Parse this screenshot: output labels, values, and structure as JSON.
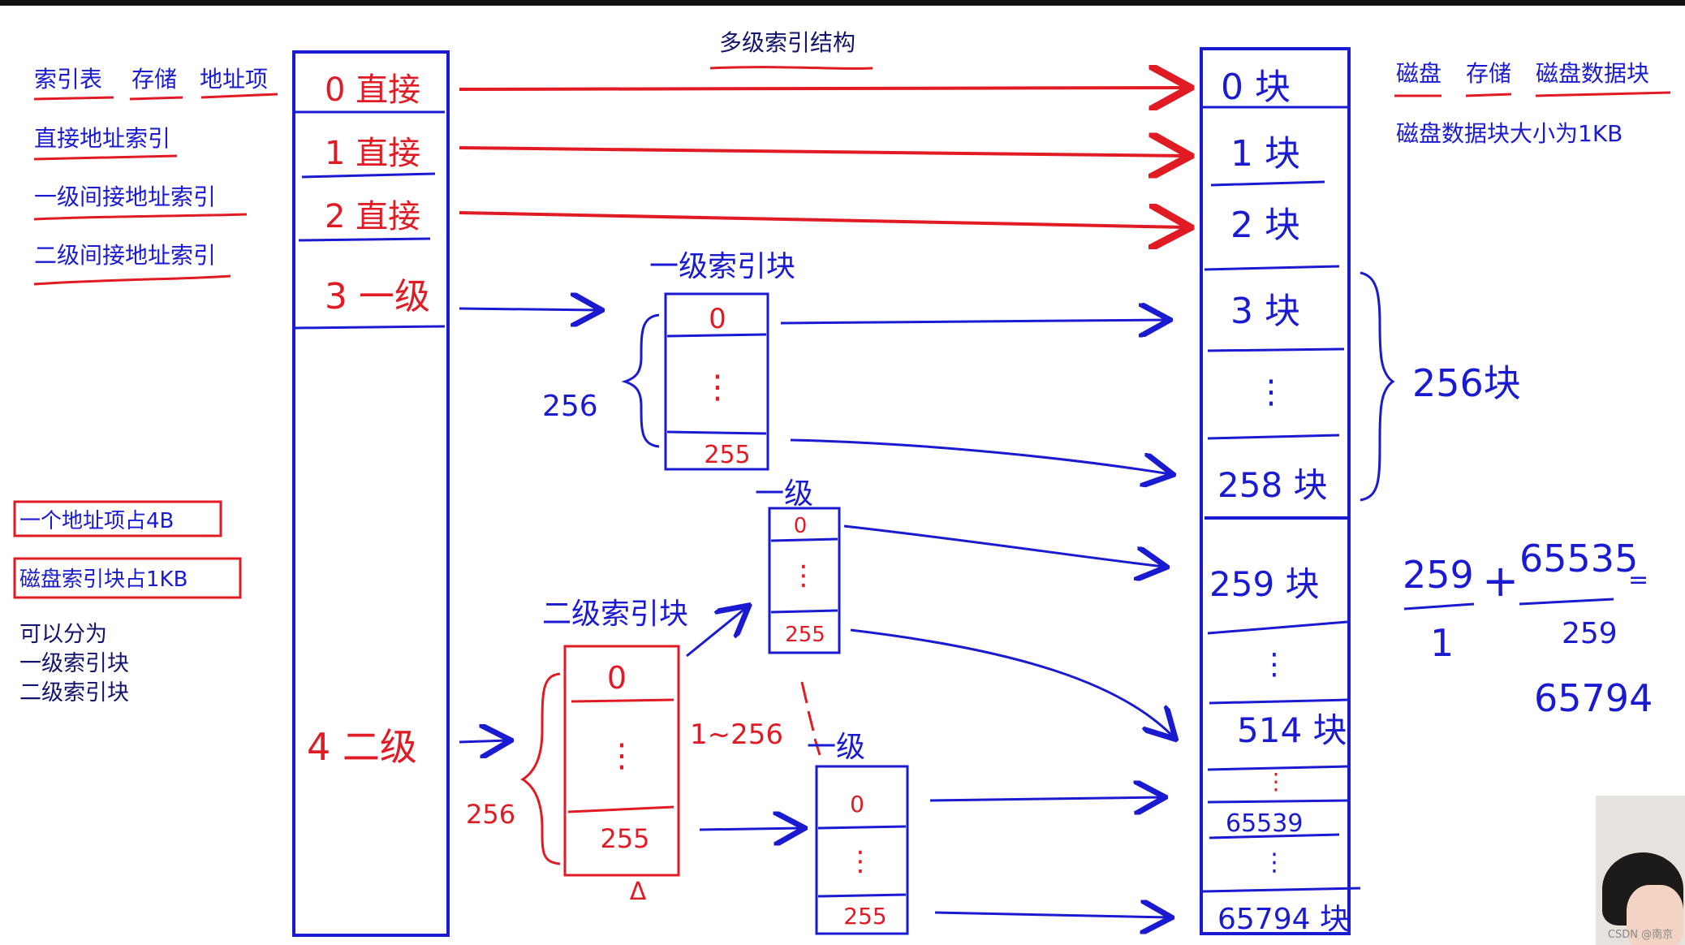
{
  "title": "多级索引结构",
  "left_labels": {
    "line1": [
      "索引表",
      "存储",
      "地址项"
    ],
    "line2": "直接地址索引",
    "line3": "一级间接地址索引",
    "line4": "二级间接地址索引",
    "box1": "一个地址项占4B",
    "box2": "磁盘索引块占1KB",
    "note": [
      "可以分为",
      "一级索引块",
      "二级索引块"
    ]
  },
  "index_table": {
    "entries": [
      "0 直接",
      "1 直接",
      "2 直接",
      "3 一级",
      "4 二级"
    ]
  },
  "first_level_block": {
    "label": "一级索引块",
    "cells": [
      "0",
      "⋮",
      "255"
    ],
    "brace": "256"
  },
  "second_level_block": {
    "label": "二级索引块",
    "cells": [
      "0",
      "⋮",
      "255"
    ],
    "brace": "256",
    "range": "1~256",
    "marker": "Δ"
  },
  "sub_blocks": [
    {
      "label": "一级",
      "cells": [
        "0",
        "⋮",
        "255"
      ]
    },
    {
      "label": "一级",
      "cells": [
        "0",
        "⋮",
        "255"
      ]
    }
  ],
  "disk": {
    "cells": [
      "0 块",
      "1 块",
      "2 块",
      "3 块",
      "⋮",
      "258 块",
      "259 块",
      "⋮",
      "514 块",
      "⋮",
      "65539",
      "⋮",
      "65794 块"
    ],
    "brace": "256块"
  },
  "right_labels": {
    "line1": [
      "磁盘",
      "存储",
      "磁盘数据块"
    ],
    "line2": "磁盘数据块大小为1KB"
  },
  "calc": {
    "a_num": "259",
    "a_den": "1",
    "plus": "+",
    "b_num": "65535",
    "b_den": "259",
    "eq": "=",
    "result": "65794"
  },
  "watermark": "CSDN @南京",
  "colors": {
    "blue": "#1a1ad0",
    "red": "#e01b24",
    "dark": "#13136e"
  }
}
